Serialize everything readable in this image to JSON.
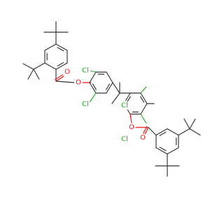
{
  "molecule": {
    "atom_labels": {
      "o_ester_top": "O",
      "o_carbonyl_top": "O",
      "cl_top_upper": "Cl",
      "cl_top_lower": "Cl",
      "cl_bottom_upper": "Cl",
      "cl_bottom_lower": "Cl",
      "o_ester_bottom": "O",
      "o_carbonyl_bottom": "O"
    },
    "colors": {
      "bond": "#333333",
      "oxygen": "#ff0d0d",
      "chlorine": "#1fb01f",
      "background": "#ffffff"
    }
  }
}
